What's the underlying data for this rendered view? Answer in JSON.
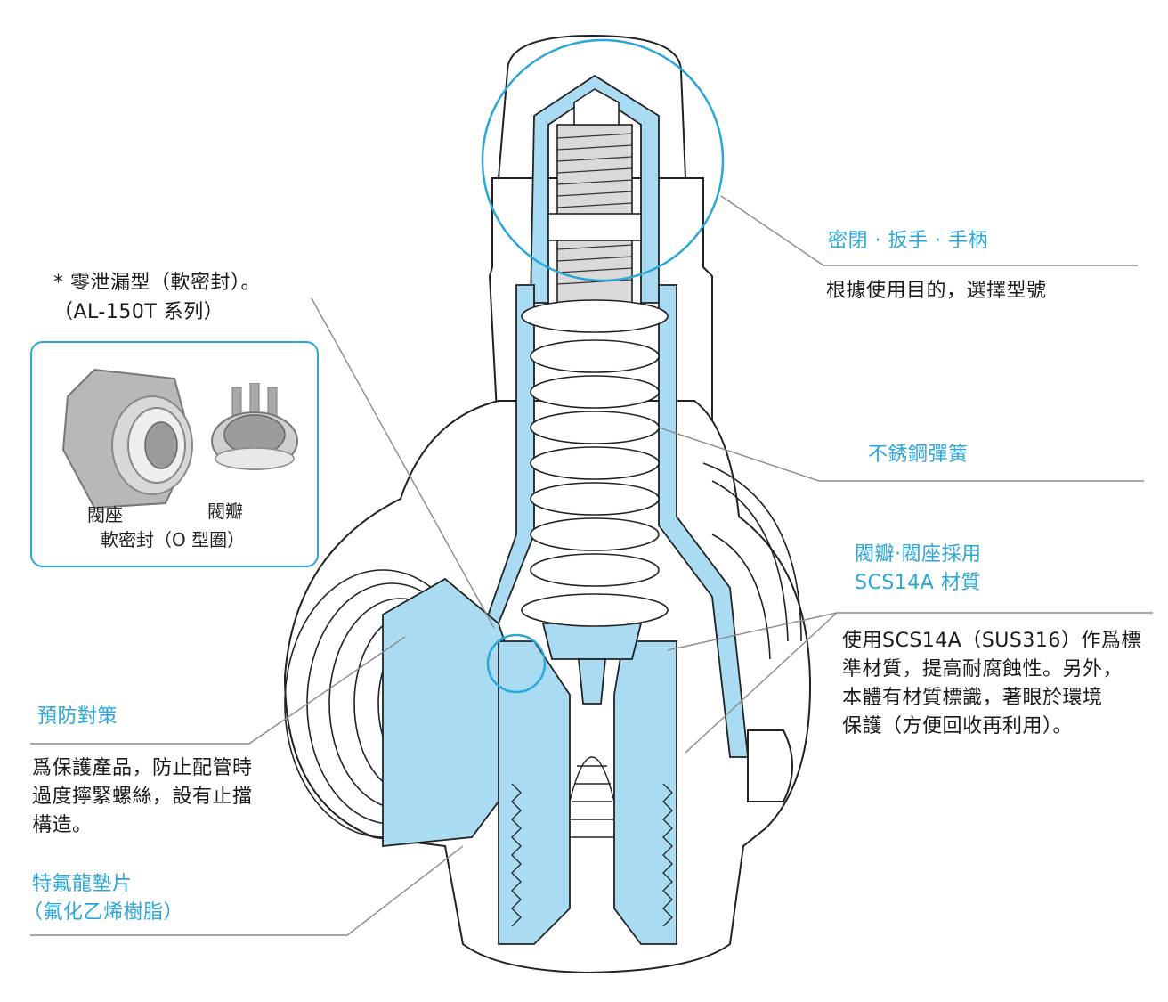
{
  "labels": {
    "zero_leak_line1": "* 零泄漏型（軟密封）。",
    "zero_leak_line2": "（AL-150T 系列）",
    "seal_title": "密閉 · 扳手 · 手柄",
    "seal_desc": "根據使用目的，選擇型號",
    "spring_title": "不銹鋼彈簧",
    "material_title_1": "閥瓣·閥座採用",
    "material_title_2": "SCS14A 材質",
    "material_desc_1": "使用SCS14A（SUS316）作爲標",
    "material_desc_2": "準材質，提高耐腐蝕性。另外，",
    "material_desc_3": "本體有材質標識，著眼於環境",
    "material_desc_4": "保護（方便回收再利用）。",
    "prevention_title": "預防對策",
    "prevention_desc_1": "爲保護產品，防止配管時",
    "prevention_desc_2": "過度擰緊螺絲，設有止擋",
    "prevention_desc_3": "構造。",
    "gasket_title_1": "特氟龍墊片",
    "gasket_title_2": "（氟化乙烯樹脂）"
  },
  "inset": {
    "valve_seat": "閥座",
    "valve_disc": "閥瓣",
    "soft_seal": "軟密封（O 型圈）"
  },
  "colors": {
    "accent_blue": "#2aa6d8",
    "cutaway_fill": "#a9dcf3",
    "line_gray": "#8a8a8a"
  }
}
